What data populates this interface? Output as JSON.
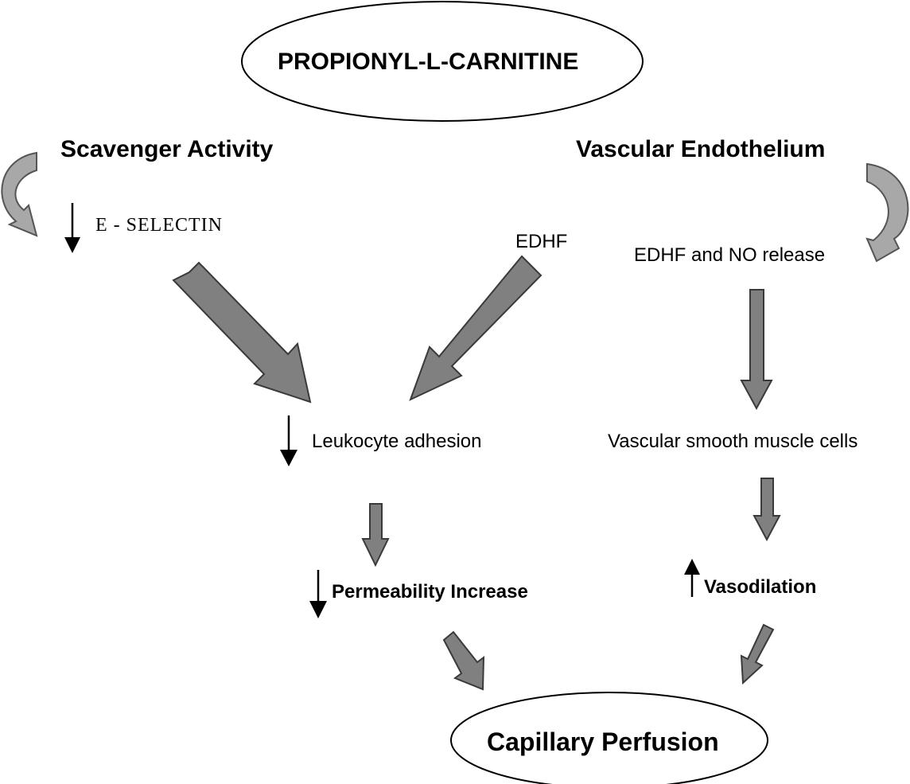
{
  "diagram": {
    "title": "PROPIONYL-L-CARNITINE",
    "branches": {
      "left_heading": "Scavenger Activity",
      "right_heading": "Vascular Endothelium"
    },
    "nodes": {
      "e_selectin": "E - SELECTIN",
      "edhf": "EDHF",
      "edhf_no_release": "EDHF and NO release",
      "leukocyte_adhesion": "Leukocyte adhesion",
      "vascular_smooth_muscle": "Vascular smooth muscle cells",
      "permeability_increase": "Permeability Increase",
      "vasodilation": "Vasodilation",
      "outcome": "Capillary Perfusion"
    },
    "indicators": {
      "e_selectin": "decrease",
      "leukocyte_adhesion": "decrease",
      "permeability_increase": "decrease",
      "vasodilation": "increase"
    },
    "colors": {
      "arrow_fill": "#808080",
      "arrow_stroke": "#3a3a3a",
      "curved_fill": "#a8a8a8",
      "text": "#000000"
    }
  }
}
